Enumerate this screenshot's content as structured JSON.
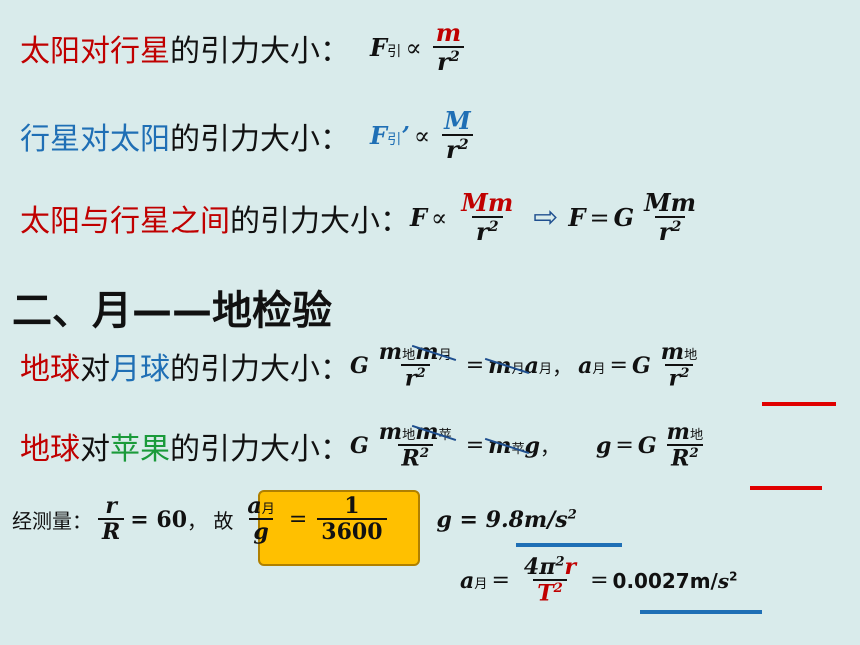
{
  "line1": {
    "subject": "太阳对行星",
    "rest": "的引力大小：",
    "F": "F",
    "sub": "引",
    "prop": "∝",
    "num": "m",
    "den": "r",
    "exp": "2"
  },
  "line2": {
    "subject": "行星对太阳",
    "rest": "的引力大小：",
    "F": "F",
    "sub": "引",
    "prime": "’",
    "prop": "∝",
    "num": "M",
    "den": "r",
    "exp": "2"
  },
  "line3": {
    "subject": "太阳与行星之间",
    "rest": "的引力大小：",
    "F": "F",
    "prop": "∝",
    "num": "Mm",
    "den": "r",
    "exp": "2",
    "arrow": "⇨",
    "F2": "F",
    "eq": "=",
    "G": "G",
    "num2": "Mm",
    "den2": "r",
    "exp2": "2"
  },
  "heading": "二、月——地检验",
  "line4": {
    "s1": "地球",
    "s2": "对",
    "s3": "月球",
    "rest": "的引力大小：",
    "G": "G",
    "m1": "m",
    "m1sub": "地",
    "m2": "m",
    "m2sub": "月",
    "den": "r",
    "exp": "2",
    "eq": "=",
    "m3": "m",
    "m3sub": "月",
    "a": "a",
    "asub": "月",
    "comma": "，",
    "a2": "a",
    "a2sub": "月",
    "eq2": "=",
    "G2": "G",
    "mr": "m",
    "mrsub": "地",
    "denr": "r",
    "expr": "2"
  },
  "line5": {
    "s1": "地球",
    "s2": "对",
    "s3": "苹果",
    "rest": "的引力大小：",
    "G": "G",
    "m1": "m",
    "m1sub": "地",
    "m2": "m",
    "m2sub": "苹",
    "den": "R",
    "exp": "2",
    "eq": "=",
    "m3": "m",
    "m3sub": "苹",
    "g": "g",
    "comma": "，",
    "g2": "g",
    "eq2": "=",
    "G2": "G",
    "mr": "m",
    "mrsub": "地",
    "denr": "R",
    "expr": "2"
  },
  "line6": {
    "label": "经测量：",
    "num": "r",
    "den": "R",
    "eqval": "= 60",
    "so": "，  故",
    "hnum": "a",
    "hsub": "月",
    "hden": "g",
    "heq": "=",
    "hnum2": "1",
    "hden2": "3600",
    "gval": "g = 9.8m/s",
    "gexp": "2"
  },
  "line7": {
    "a": "a",
    "asub": "月",
    "eq": "=",
    "num": "4π",
    "numexp": "2",
    "numr": "r",
    "den": "T",
    "denexp": "2",
    "eq2": "=",
    "val": "0.0027m/",
    "valunit": "s",
    "valexp": "2"
  }
}
